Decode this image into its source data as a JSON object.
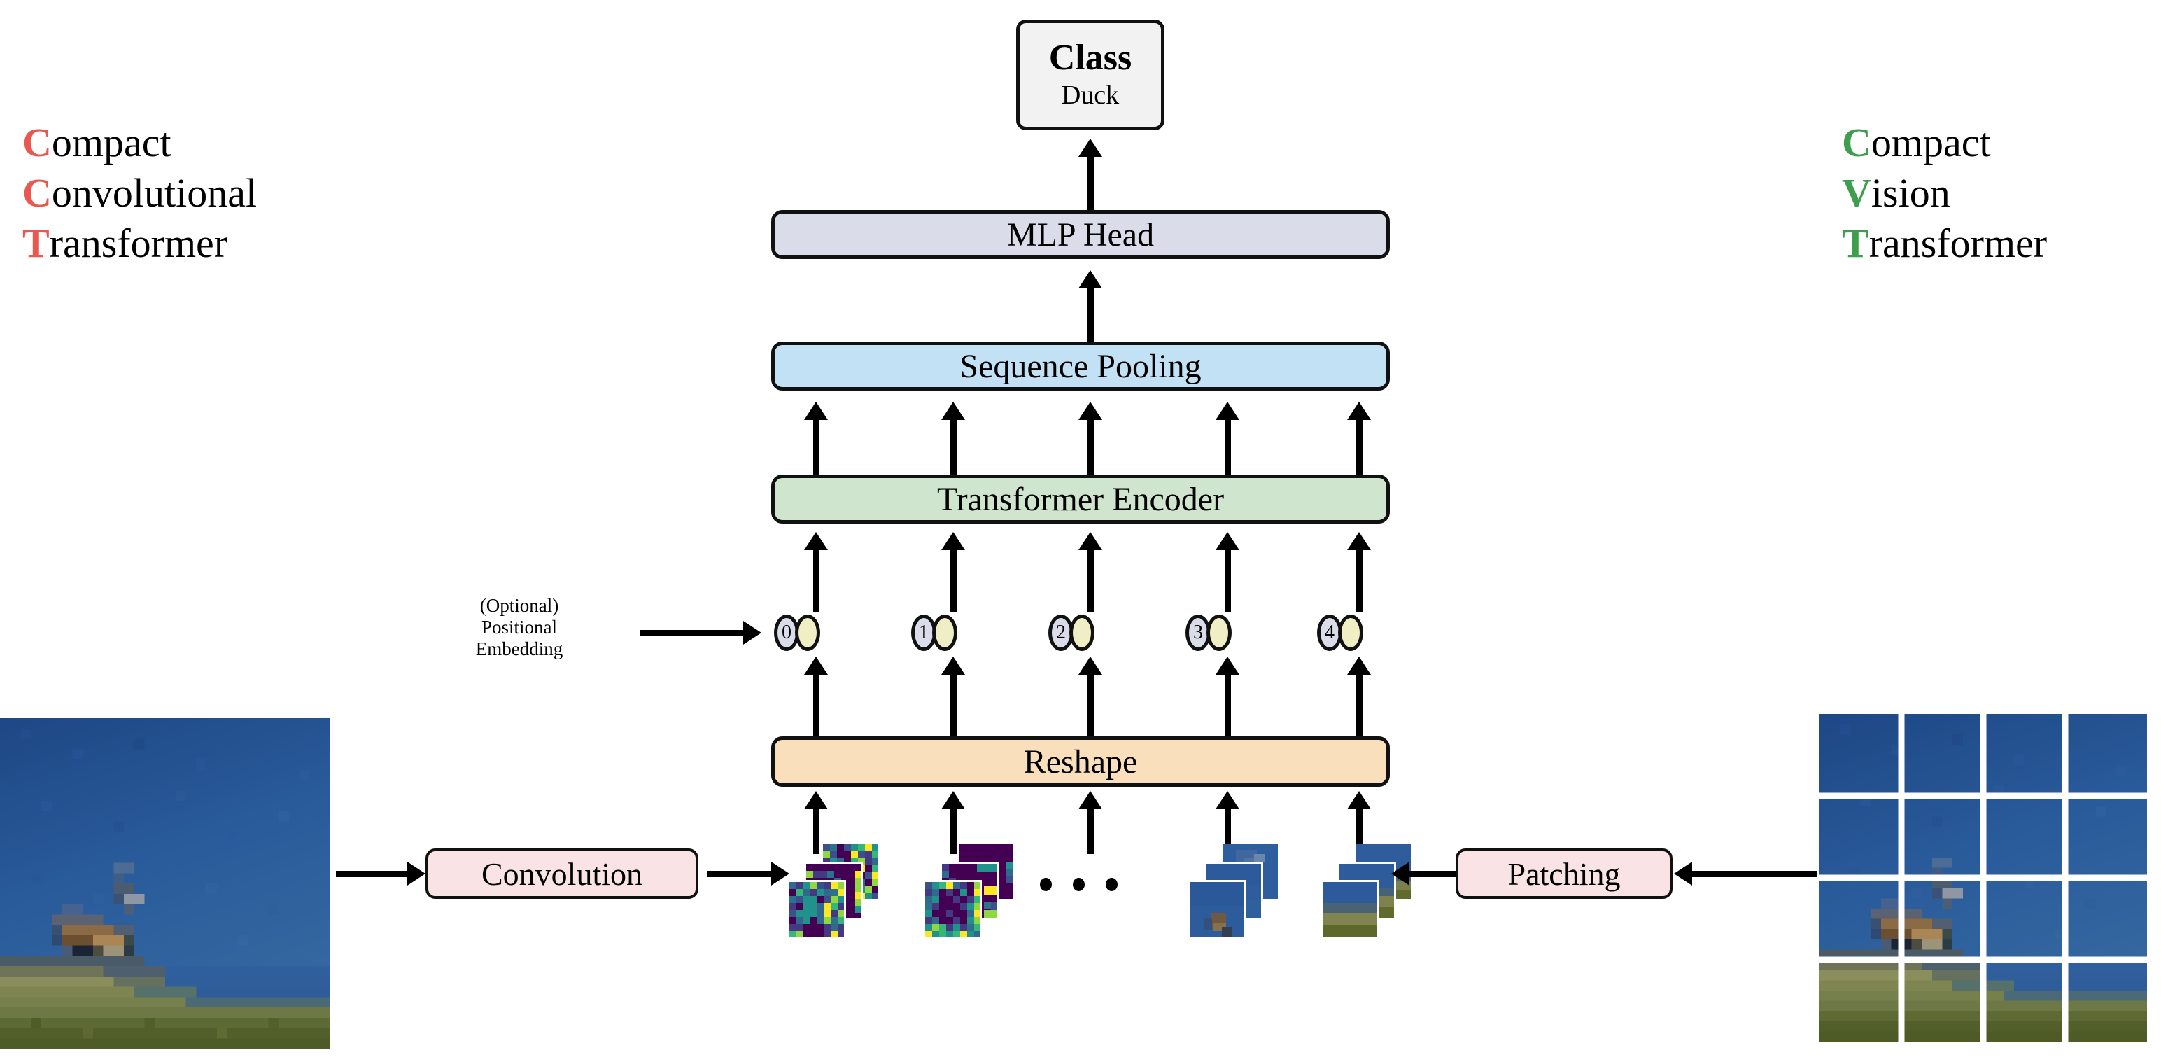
{
  "title": "Compact Convolutional Transformer architecture diagram",
  "acronyms": {
    "left": {
      "accent_color": "#e8584f",
      "lines": [
        {
          "initial": "C",
          "rest": "ompact"
        },
        {
          "initial": "C",
          "rest": "onvolutional"
        },
        {
          "initial": "T",
          "rest": "ransformer"
        }
      ]
    },
    "right": {
      "accent_color": "#3f9e4d",
      "lines": [
        {
          "initial": "C",
          "rest": "ompact"
        },
        {
          "initial": "V",
          "rest": "ision"
        },
        {
          "initial": "T",
          "rest": "ransformer"
        }
      ]
    }
  },
  "blocks": {
    "class": {
      "title": "Class",
      "value": "Duck",
      "fill": "#f2f2f2"
    },
    "mlp_head": {
      "label": "MLP Head",
      "fill": "#dadde9"
    },
    "sequence_pooling": {
      "label": "Sequence Pooling",
      "fill": "#c3e1f4"
    },
    "transformer_encoder": {
      "label": "Transformer Encoder",
      "fill": "#cfe5cd"
    },
    "reshape": {
      "label": "Reshape",
      "fill": "#fadfbc"
    },
    "convolution": {
      "label": "Convolution",
      "fill": "#f9e3e5"
    },
    "patching": {
      "label": "Patching",
      "fill": "#f9e3e5"
    }
  },
  "positional_embedding": {
    "caption_lines": [
      "(Optional)",
      "Positional",
      "Embedding"
    ],
    "tokens": [
      {
        "index": "0"
      },
      {
        "index": "1"
      },
      {
        "index": "2"
      },
      {
        "index": "3"
      },
      {
        "index": "4"
      }
    ],
    "pos_fill": "#dadde9",
    "emb_fill": "#f0eec4"
  },
  "ellipsis": "• • •",
  "images": {
    "input_image": {
      "alt": "pixelated photo of a duck flying over grass against blue sky"
    },
    "patched_image": {
      "alt": "same photo split into a 4x4 grid of patches",
      "grid_rows": 4,
      "grid_cols": 4
    }
  },
  "feature_map_stacks": {
    "count": 2,
    "layers_per_stack": 3,
    "colormap": "viridis"
  },
  "patch_stacks": {
    "count": 2,
    "layers_per_stack": 3
  }
}
